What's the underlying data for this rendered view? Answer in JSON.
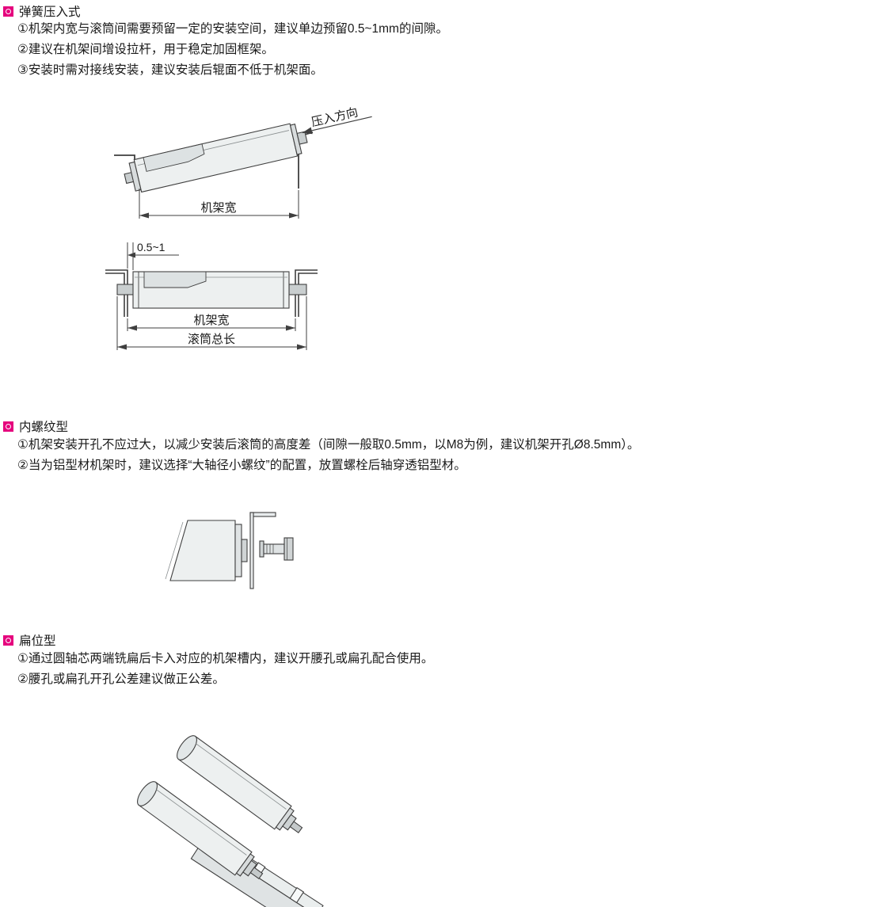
{
  "page": {
    "background": "#ffffff",
    "accent_color": "#e5007d",
    "text_color": "#1a1a1a"
  },
  "sections": [
    {
      "title": "弹簧压入式",
      "notes": [
        "①机架内宽与滚筒间需要预留一定的安装空间，建议单边预留0.5~1mm的间隙。",
        "②建议在机架间增设拉杆，用于稳定加固框架。",
        "③安装时需对接线安装，建议安装后辊面不低于机架面。"
      ],
      "diagram_tilted": {
        "press_direction_label": "压入方向",
        "frame_width_label": "机架宽"
      },
      "diagram_front": {
        "gap_label": "0.5~1",
        "frame_width_label": "机架宽",
        "roller_total_length_label": "滚筒总长"
      }
    },
    {
      "title": "内螺纹型",
      "notes": [
        "①机架安装开孔不应过大，以减少安装后滚筒的高度差（间隙一般取0.5mm，以M8为例，建议机架开孔Ø8.5mm）。",
        "②当为铝型材机架时，建议选择“大轴径小螺纹”的配置，放置螺栓后轴穿透铝型材。"
      ]
    },
    {
      "title": "扁位型",
      "notes": [
        "①通过圆轴芯两端铣扁后卡入对应的机架槽内，建议开腰孔或扁孔配合使用。",
        "②腰孔或扁孔开孔公差建议做正公差。"
      ]
    }
  ]
}
